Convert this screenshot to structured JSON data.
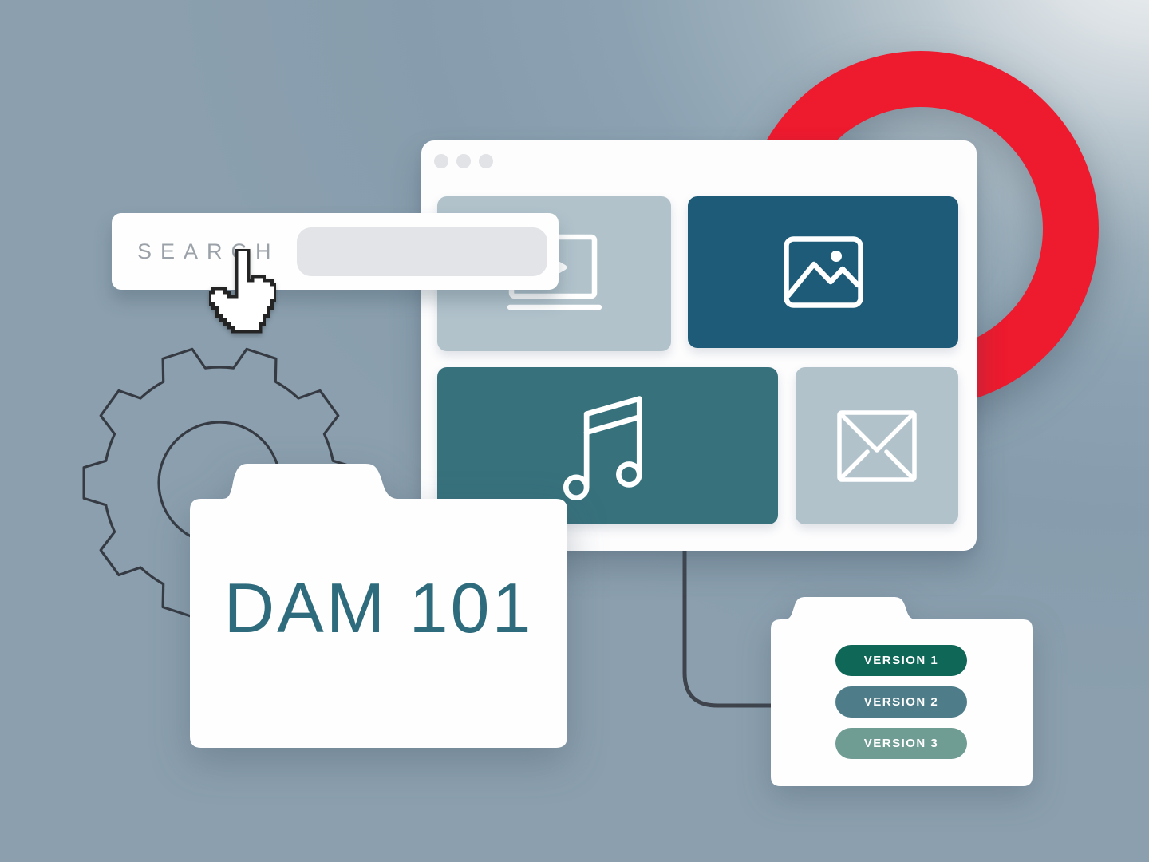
{
  "search_bar": {
    "label": "SEARCH",
    "input_value": ""
  },
  "browser_window": {
    "tiles": [
      {
        "id": "video",
        "icon": "video-player-icon",
        "color": "#b1c2cb"
      },
      {
        "id": "image",
        "icon": "image-icon",
        "color": "#1d5b78"
      },
      {
        "id": "audio",
        "icon": "music-note-icon",
        "color": "#37717c"
      },
      {
        "id": "email",
        "icon": "envelope-icon",
        "color": "#b1c2cb"
      }
    ]
  },
  "main_folder": {
    "title": "DAM 101"
  },
  "versions_folder": {
    "items": [
      {
        "label": "VERSION 1",
        "color": "#0f6757"
      },
      {
        "label": "VERSION 2",
        "color": "#4e7d89"
      },
      {
        "label": "VERSION 3",
        "color": "#6f9c93"
      }
    ]
  },
  "icons": {
    "cursor": "hand-pointer-cursor-icon",
    "background_shapes": [
      "gear-outline-icon",
      "red-ring-shape"
    ]
  },
  "colors": {
    "background": "#8ba1b1",
    "background_highlight": "#f0f2f3",
    "accent_red": "#ee1a2e",
    "tile_dark_blue": "#1d5b78",
    "tile_teal": "#37717c",
    "tile_light": "#b1c2cb",
    "connector_line": "#3f444c",
    "gear_outline": "#363b43",
    "search_label": "#9aa1a8",
    "folder_title": "#2e6b7c"
  }
}
